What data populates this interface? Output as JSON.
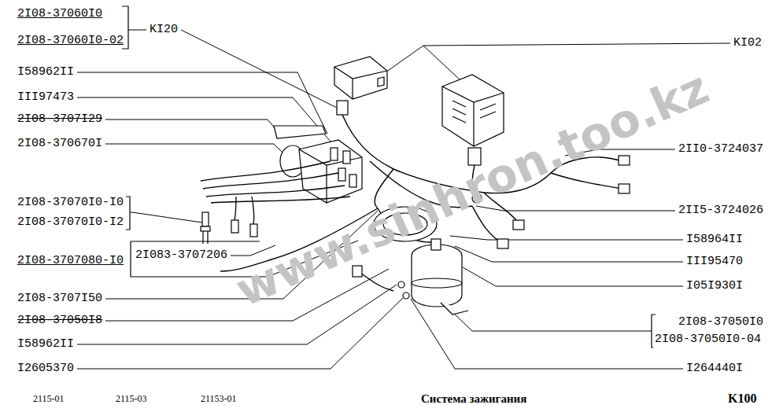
{
  "diagram": {
    "title": "Система зажигания",
    "labels": [
      "2I08-37060I0",
      "2I08-37060I0-02",
      "KI20",
      "KI02",
      "I58962II",
      "III97473",
      "2I08-3707I29",
      "2I08-370670I",
      "2II0-3724037",
      "2I08-37070I0-I0",
      "2I08-37070I0-I2",
      "2II5-3724026",
      "I58964II",
      "2I08-3707080-I0",
      "2I083-3707206",
      "III95470",
      "I05I930I",
      "2I08-3707I50",
      "2I08-37050I8",
      "2I08-37050I0",
      "2I08-37050I0-04",
      "I58962II",
      "I2605370",
      "I264440I",
      "2115-01",
      "2115-03",
      "21153-01",
      "K100",
      "www.sinhron.too.kz"
    ]
  }
}
